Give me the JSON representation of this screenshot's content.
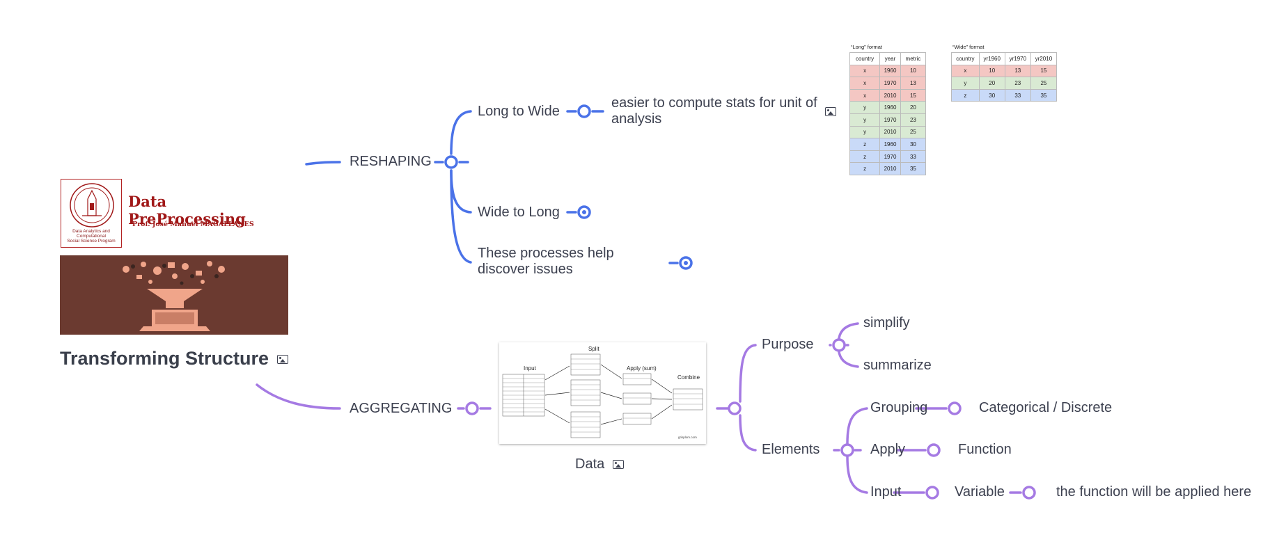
{
  "root": {
    "title": "Transforming Structure"
  },
  "logo": {
    "title": "Data PreProcessing",
    "subtitle": "Prof. José Manuel MAGALLANES",
    "seal_text": [
      "Data Analytics and",
      "Computational",
      "Social Science Program"
    ]
  },
  "reshaping": {
    "label": "RESHAPING",
    "long_to_wide": "Long to Wide",
    "long_to_wide_note": "easier to compute stats for unit of analysis",
    "wide_to_long": "Wide to Long",
    "discover": "These processes help discover issues"
  },
  "long_table": {
    "caption": "“Long” format",
    "headers": [
      "country",
      "year",
      "metric"
    ],
    "rows": [
      [
        "x",
        "1960",
        "10"
      ],
      [
        "x",
        "1970",
        "13"
      ],
      [
        "x",
        "2010",
        "15"
      ],
      [
        "y",
        "1960",
        "20"
      ],
      [
        "y",
        "1970",
        "23"
      ],
      [
        "y",
        "2010",
        "25"
      ],
      [
        "z",
        "1960",
        "30"
      ],
      [
        "z",
        "1970",
        "33"
      ],
      [
        "z",
        "2010",
        "35"
      ]
    ]
  },
  "wide_table": {
    "caption": "“Wide” format",
    "headers": [
      "country",
      "yr1960",
      "yr1970",
      "yr2010"
    ],
    "rows": [
      [
        "x",
        "10",
        "13",
        "15"
      ],
      [
        "y",
        "20",
        "23",
        "25"
      ],
      [
        "z",
        "30",
        "33",
        "35"
      ]
    ]
  },
  "aggregating": {
    "label": "AGGREGATING",
    "data_label": "Data",
    "purpose": "Purpose",
    "simplify": "simplify",
    "summarize": "summarize",
    "elements": "Elements",
    "grouping": "Grouping",
    "categorical": "Categorical / Discrete",
    "apply": "Apply",
    "function": "Function",
    "input": "Input",
    "variable": "Variable",
    "applied_here": "the function will be applied here"
  },
  "sac_figure": {
    "split": "Split",
    "input": "Input",
    "apply": "Apply (sum)",
    "combine": "Combine",
    "credit": "grisplom.com"
  },
  "colors": {
    "reshape": "#4a72e8",
    "aggregate": "#a57ae3"
  }
}
